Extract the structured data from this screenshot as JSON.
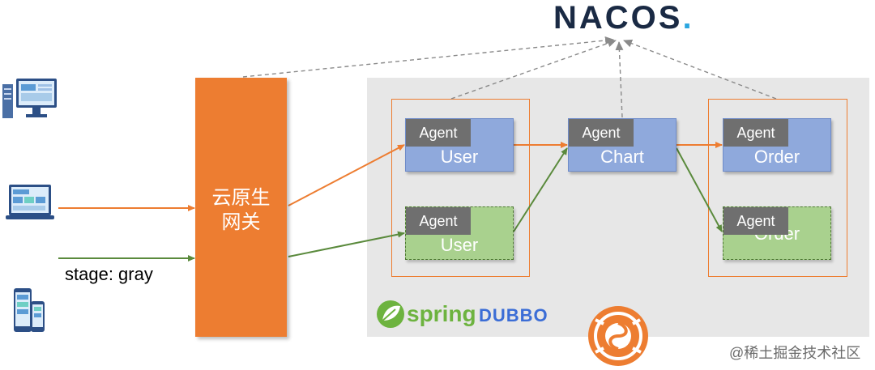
{
  "gateway": {
    "line1": "云原生",
    "line2": "网关"
  },
  "nacos": {
    "logo_text": "NACOS",
    "logo_dot": "."
  },
  "stage_label": "stage: gray",
  "agent_label": "Agent",
  "services": {
    "user_blue": "User",
    "user_green": "User",
    "chart": "Chart",
    "order_blue": "Order",
    "order_green": "Order"
  },
  "logos": {
    "spring": "spring",
    "dubbo": "DUBBO"
  },
  "watermark": "@稀土掘金技术社区",
  "colors": {
    "orange": "#ed7d31",
    "green_line": "#5a8a3c",
    "service_blue": "#8fa9dc",
    "service_green": "#a9d18e",
    "agent_gray": "#6f6f6f",
    "panel_gray": "#e7e7e7",
    "nacos_dark": "#1a2a44",
    "nacos_blue": "#2aa6e0",
    "spring_green": "#6db33f",
    "dubbo_blue": "#3b6dd6"
  },
  "icons": [
    "server-desktop-icon",
    "web-browser-icon",
    "mobile-devices-icon",
    "spring-leaf-icon",
    "sentinel-swirl-icon"
  ]
}
